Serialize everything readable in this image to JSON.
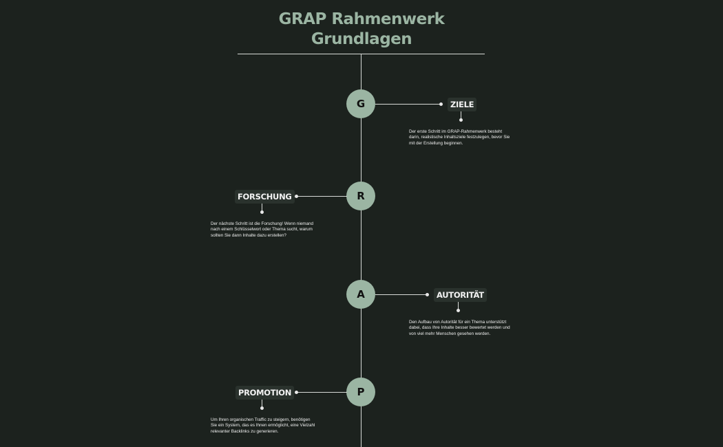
{
  "title": {
    "line1": "GRAP Rahmenwerk",
    "line2": "Grundlagen"
  },
  "steps": [
    {
      "letter": "G",
      "label": "ZIELE",
      "description": "Der erste Schritt im GRAP-Rahmenwerk besteht darin, realistische Inhaltsziele festzulegen, bevor Sie mit der Erstellung beginnen."
    },
    {
      "letter": "R",
      "label": "FORSCHUNG",
      "description": "Der nächste Schritt ist die Forschung! Wenn niemand nach einem Schlüsselwort oder Thema sucht, warum sollten Sie dann Inhalte dazu erstellen?"
    },
    {
      "letter": "A",
      "label": "AUTORITÄT",
      "description": "Den Aufbau von Autorität für ein Thema unterstützt dabei, dass Ihre Inhalte besser bewertet werden und von viel mehr Menschen gesehen werden."
    },
    {
      "letter": "P",
      "label": "PROMOTION",
      "description": "Um Ihren organischen Traffic zu steigern, benötigen Sie ein System, das es Ihnen ermöglicht, eine Vielzahl relevanter Backlinks zu generieren."
    }
  ],
  "colors": {
    "background": "#1c221e",
    "accent": "#9bb5a3",
    "label_bg": "#2a322d",
    "line": "#d9dcd9"
  }
}
